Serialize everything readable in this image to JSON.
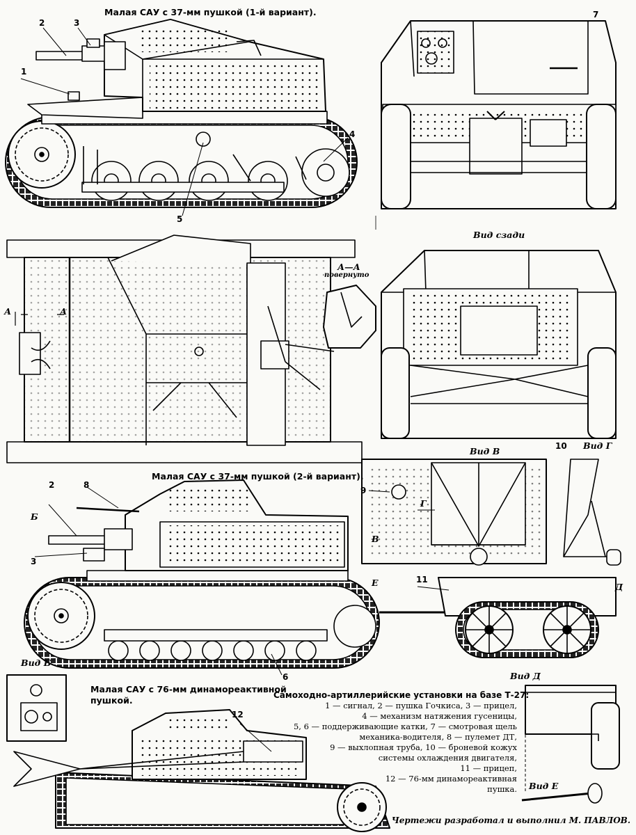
{
  "captions": {
    "variant1": "Малая САУ с 37-мм пушкой (1-й вариант).",
    "variant2": "Малая САУ с 37-мм пушкой (2-й вариант).",
    "variant3_line1": "Малая САУ с 76-мм динамореактивной",
    "variant3_line2": "пушкой."
  },
  "views": {
    "rear": "Вид сзади",
    "section": "А—А",
    "section_note": "повернуто",
    "v": "Вид В",
    "g": "Вид Г",
    "b": "Вид Б",
    "d": "Вид Д",
    "e": "Вид Е"
  },
  "markers": {
    "a": "А",
    "b": "Б",
    "v": "В",
    "g": "Г",
    "d": "Д",
    "e": "Е"
  },
  "callouts": [
    "1",
    "2",
    "3",
    "4",
    "5",
    "7",
    "8",
    "9",
    "10",
    "11",
    "12",
    "6"
  ],
  "legend": {
    "title": "Самоходно-артиллерийские установки на базе Т-27:",
    "lines": [
      "1 — сигнал, 2 — пушка Гочкиса, 3 — прицел,",
      "4 — механизм натяжения гусеницы,",
      "5, 6 — поддерживающие катки, 7 — смотровая щель",
      "механика-водителя, 8 — пулемет ДТ,",
      "9 — выхлопная труба, 10 — броневой кожух",
      "системы охлаждения двигателя,",
      "11 — прицеп,",
      "12 — 76-мм динамореактивная",
      "пушка."
    ]
  },
  "credit": "Чертежи разработал и выполнил М. ПАВЛОВ."
}
